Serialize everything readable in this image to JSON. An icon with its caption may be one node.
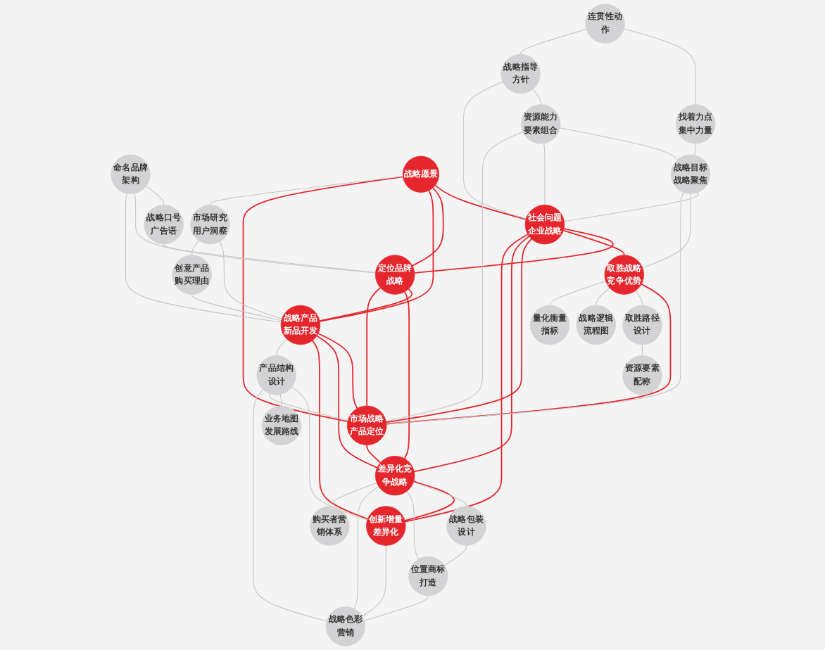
{
  "diagram": {
    "nodes": [
      {
        "text": [
          "命名品牌架构"
        ]
      },
      {
        "text": [
          "战略口号广告语"
        ]
      },
      {
        "text": [
          "连贯性动作"
        ]
      },
      {
        "text": [
          "战略愿景"
        ]
      },
      {
        "text": [
          "找着力点集中力量"
        ]
      },
      {
        "text": [
          "战略指导方针"
        ]
      },
      {
        "text": [
          "市场研究用户洞察"
        ]
      },
      {
        "text": [
          "资源能力要素组合"
        ]
      },
      {
        "text": [
          "创意产品购买理由"
        ]
      },
      {
        "text": [
          "战略目标战略聚焦"
        ]
      },
      {
        "text": [
          "社会问题企业战略"
        ]
      },
      {
        "text": [
          "定位品牌战略"
        ]
      },
      {
        "text": [
          "战略产品新品开发"
        ]
      },
      {
        "text": [
          "产品结构设计"
        ]
      },
      {
        "text": [
          "资源要素配称"
        ]
      },
      {
        "text": [
          "取胜战略竞争优势"
        ]
      },
      {
        "text": [
          "市场战略产品定位"
        ]
      },
      {
        "text": [
          "创新增量差异化"
        ]
      },
      {
        "text": [
          "差异化竞争战略"
        ]
      },
      {
        "text": [
          "业务地图发展路线"
        ]
      },
      {
        "text": [
          "取胜路径设计"
        ]
      },
      {
        "text": [
          "量化衡量指标"
        ]
      },
      {
        "text": [
          "战略逻辑流程图"
        ]
      },
      {
        "text": [
          "战略包装设计"
        ]
      },
      {
        "text": [
          "位置商标打造"
        ]
      },
      {
        "text": [
          "战略色彩营销"
        ]
      },
      {
        "text": [
          "购买者营销体系"
        ]
      }
    ],
    "edges": [
      {
        "from": 3,
        "to": 10,
        "arrow": "none",
        "color": "#e5262d"
      },
      {
        "from": 3,
        "to": 11,
        "arrow": "none",
        "color": "#e5262d"
      },
      {
        "from": 3,
        "to": 12,
        "arrow": "none",
        "color": "#e5262d"
      },
      {
        "from": 3,
        "to": 16,
        "arrow": "none",
        "color": "#e5262d"
      },
      {
        "from": 10,
        "to": 11,
        "arrow": "none",
        "color": "#e5262d"
      },
      {
        "from": 11,
        "to": 12,
        "arrow": "none",
        "color": "#e5262d"
      },
      {
        "from": 10,
        "to": 15,
        "arrow": "none",
        "color": "#e5262d"
      },
      {
        "from": 10,
        "to": 16,
        "arrow": "none",
        "color": "#e5262d"
      },
      {
        "from": 10,
        "to": 18,
        "arrow": "none",
        "color": "#e5262d"
      },
      {
        "from": 10,
        "to": 17,
        "arrow": "none",
        "color": "#e5262d"
      },
      {
        "from": 12,
        "to": 16,
        "arrow": "none",
        "color": "#e5262d"
      },
      {
        "from": 12,
        "to": 18,
        "arrow": "none",
        "color": "#e5262d"
      },
      {
        "from": 12,
        "to": 17,
        "arrow": "none",
        "color": "#e5262d"
      },
      {
        "from": 11,
        "to": 18,
        "arrow": "none",
        "color": "#e5262d"
      },
      {
        "from": 11,
        "to": 16,
        "arrow": "none",
        "color": "#e5262d"
      },
      {
        "from": 15,
        "to": 16,
        "arrow": "none",
        "color": "#e5262d"
      },
      {
        "from": 16,
        "to": 18,
        "arrow": "none",
        "color": "#e5262d"
      },
      {
        "from": 18,
        "to": 17,
        "arrow": "none",
        "color": "#e5262d"
      },
      {
        "from": 0,
        "to": 1,
        "arrow": "none"
      },
      {
        "from": 0,
        "to": 11,
        "arrow": "none"
      },
      {
        "from": 0,
        "to": 12,
        "arrow": "none"
      },
      {
        "from": 1,
        "to": 11,
        "arrow": "none"
      },
      {
        "from": 3,
        "to": 6,
        "arrow": "none"
      },
      {
        "from": 6,
        "to": 12,
        "arrow": "none"
      },
      {
        "from": 6,
        "to": 8,
        "arrow": "none"
      },
      {
        "from": 8,
        "to": 12,
        "arrow": "none"
      },
      {
        "from": 2,
        "to": 4,
        "arrow": "none"
      },
      {
        "from": 2,
        "to": 5,
        "arrow": "none"
      },
      {
        "from": 5,
        "to": 7,
        "arrow": "none"
      },
      {
        "from": 5,
        "to": 10,
        "arrow": "none"
      },
      {
        "from": 4,
        "to": 9,
        "arrow": "none"
      },
      {
        "from": 7,
        "to": 9,
        "arrow": "none"
      },
      {
        "from": 7,
        "to": 10,
        "arrow": "none"
      },
      {
        "from": 7,
        "to": 16,
        "arrow": "none"
      },
      {
        "from": 9,
        "to": 10,
        "arrow": "none"
      },
      {
        "from": 9,
        "to": 15,
        "arrow": "none"
      },
      {
        "from": 9,
        "to": 16,
        "arrow": "none"
      },
      {
        "from": 20,
        "to": 14,
        "arrow": "none"
      },
      {
        "from": 15,
        "to": 20,
        "arrow": "none"
      },
      {
        "from": 15,
        "to": 22,
        "arrow": "none"
      },
      {
        "from": 15,
        "to": 21,
        "arrow": "none"
      },
      {
        "from": 12,
        "to": 13,
        "arrow": "none"
      },
      {
        "from": 13,
        "to": 17,
        "arrow": "none"
      },
      {
        "from": 13,
        "to": 19,
        "arrow": "none"
      },
      {
        "from": 13,
        "to": 16,
        "arrow": "none"
      },
      {
        "from": 13,
        "to": 25,
        "arrow": "none"
      },
      {
        "from": 23,
        "to": 24,
        "arrow": "none"
      },
      {
        "from": 24,
        "to": 25,
        "arrow": "none"
      },
      {
        "from": 18,
        "to": 23,
        "arrow": "none"
      },
      {
        "from": 18,
        "to": 24,
        "arrow": "none"
      },
      {
        "from": 18,
        "to": 25,
        "arrow": "none"
      },
      {
        "from": 18,
        "to": 26,
        "arrow": "none"
      },
      {
        "from": 17,
        "to": 25,
        "arrow": "none"
      }
    ]
  }
}
